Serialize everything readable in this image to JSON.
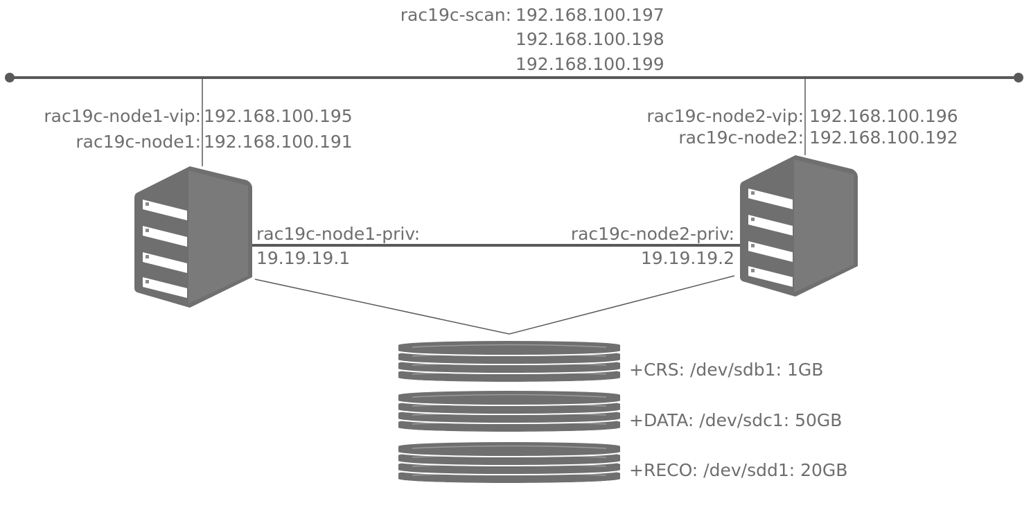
{
  "scan": {
    "name": "rac19c-scan:",
    "ips": [
      "192.168.100.197",
      "192.168.100.198",
      "192.168.100.199"
    ]
  },
  "node1": {
    "vip_name": "rac19c-node1-vip:",
    "vip_ip": "192.168.100.195",
    "host_name": "rac19c-node1:",
    "host_ip": "192.168.100.191",
    "priv_name": "rac19c-node1-priv:",
    "priv_ip": "19.19.19.1"
  },
  "node2": {
    "vip_name": "rac19c-node2-vip:",
    "vip_ip": "192.168.100.196",
    "host_name": "rac19c-node2:",
    "host_ip": "192.168.100.192",
    "priv_name": "rac19c-node2-priv:",
    "priv_ip": "19.19.19.2"
  },
  "storage": {
    "disks": [
      "+CRS: /dev/sdb1: 1GB",
      "+DATA: /dev/sdc1: 50GB",
      "+RECO: /dev/sdd1: 20GB"
    ]
  },
  "colors": {
    "line": "#595959",
    "icon": "#6f6f6f",
    "text": "#6e6e6e"
  },
  "icons": {
    "server": "server-tower-icon",
    "disk": "disk-stack-icon"
  }
}
